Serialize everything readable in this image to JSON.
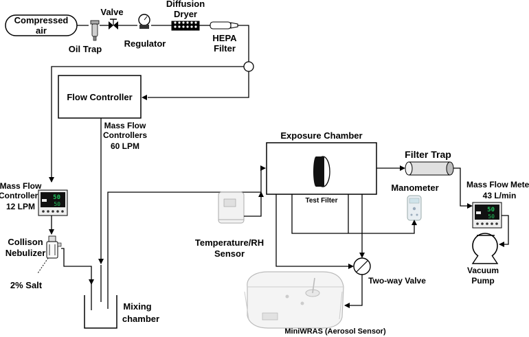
{
  "labels": {
    "compressed_air_1": "Compressed",
    "compressed_air_2": "air",
    "valve": "Valve",
    "oil_trap": "Oil Trap",
    "regulator": "Regulator",
    "diffusion_dryer_1": "Diffusion",
    "diffusion_dryer_2": "Dryer",
    "hepa_1": "HEPA",
    "hepa_2": "Filter",
    "flow_controller": "Flow Controller",
    "mfc60_1": "Mass Flow",
    "mfc60_2": "Controllers",
    "mfc60_3": "60 LPM",
    "mfc12_1": "Mass Flow",
    "mfc12_2": "Controllers",
    "mfc12_3": "12 LPM",
    "collison_1": "Collison",
    "collison_2": "Nebulizer",
    "salt": "2% Salt",
    "mixing_1": "Mixing",
    "mixing_2": "chamber",
    "exposure_chamber": "Exposure Chamber",
    "test_filter": "Test Filter",
    "filter_trap": "Filter Trap",
    "manometer": "Manometer",
    "mfm_1": "Mass Flow Meter",
    "mfm_2": "43 L/min",
    "vacuum_1": "Vacuum",
    "vacuum_2": "Pump",
    "temp_rh_1": "Temperature/RH",
    "temp_rh_2": "Sensor",
    "two_way_valve": "Two-way Valve",
    "miniwras": "MiniWRAS (Aerosol Sensor)"
  },
  "device_readouts": {
    "mfc12_top": "50",
    "mfc12_bottom": "50",
    "mfm_top": "50",
    "mfm_bottom": "50"
  },
  "colors": {
    "line": "#000000",
    "display_green": "#22c55e",
    "device_body": "#eeeeee"
  }
}
